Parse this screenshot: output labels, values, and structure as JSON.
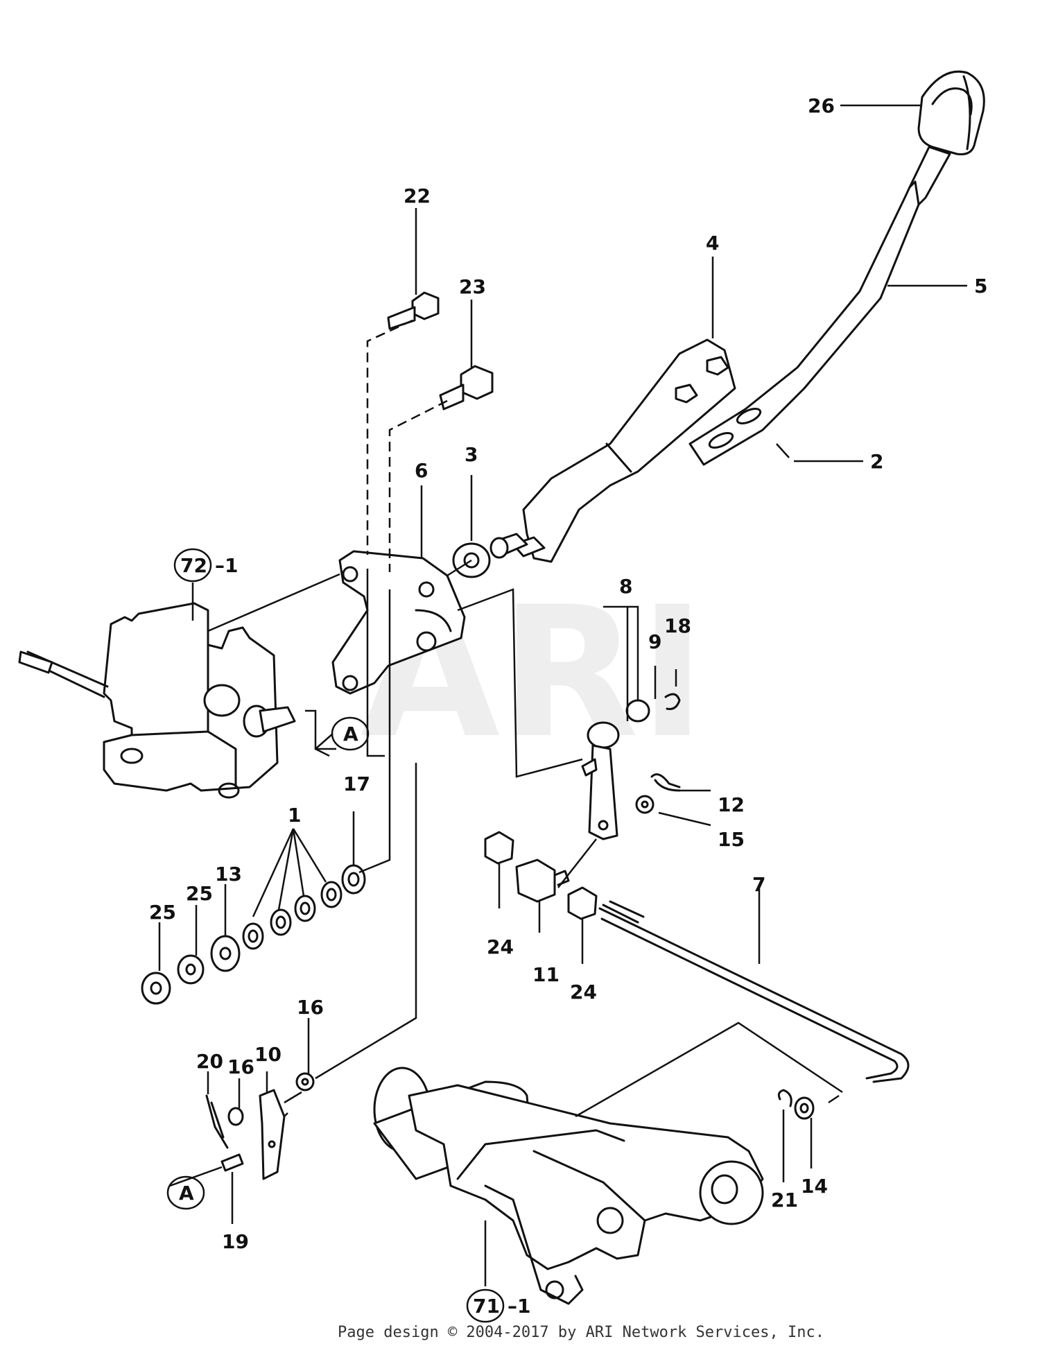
{
  "watermark": "ARI",
  "footer": "Page design © 2004-2017 by ARI Network Services, Inc.",
  "callouts": {
    "p1": "1",
    "p2": "2",
    "p3": "3",
    "p4": "4",
    "p5": "5",
    "p6": "6",
    "p7": "7",
    "p8": "8",
    "p9": "9",
    "p10": "10",
    "p11": "11",
    "p12": "12",
    "p13": "13",
    "p14": "14",
    "p15": "15",
    "p16a": "16",
    "p16b": "16",
    "p17": "17",
    "p18": "18",
    "p19": "19",
    "p20": "20",
    "p21": "21",
    "p22": "22",
    "p23": "23",
    "p24a": "24",
    "p24b": "24",
    "p25a": "25",
    "p25b": "25",
    "p26": "26"
  },
  "refs": {
    "ref72_num": "72",
    "ref72_suffix": "–1",
    "ref71_num": "71",
    "ref71_suffix": "–1",
    "connector_a1": "A",
    "connector_a2": "A"
  }
}
